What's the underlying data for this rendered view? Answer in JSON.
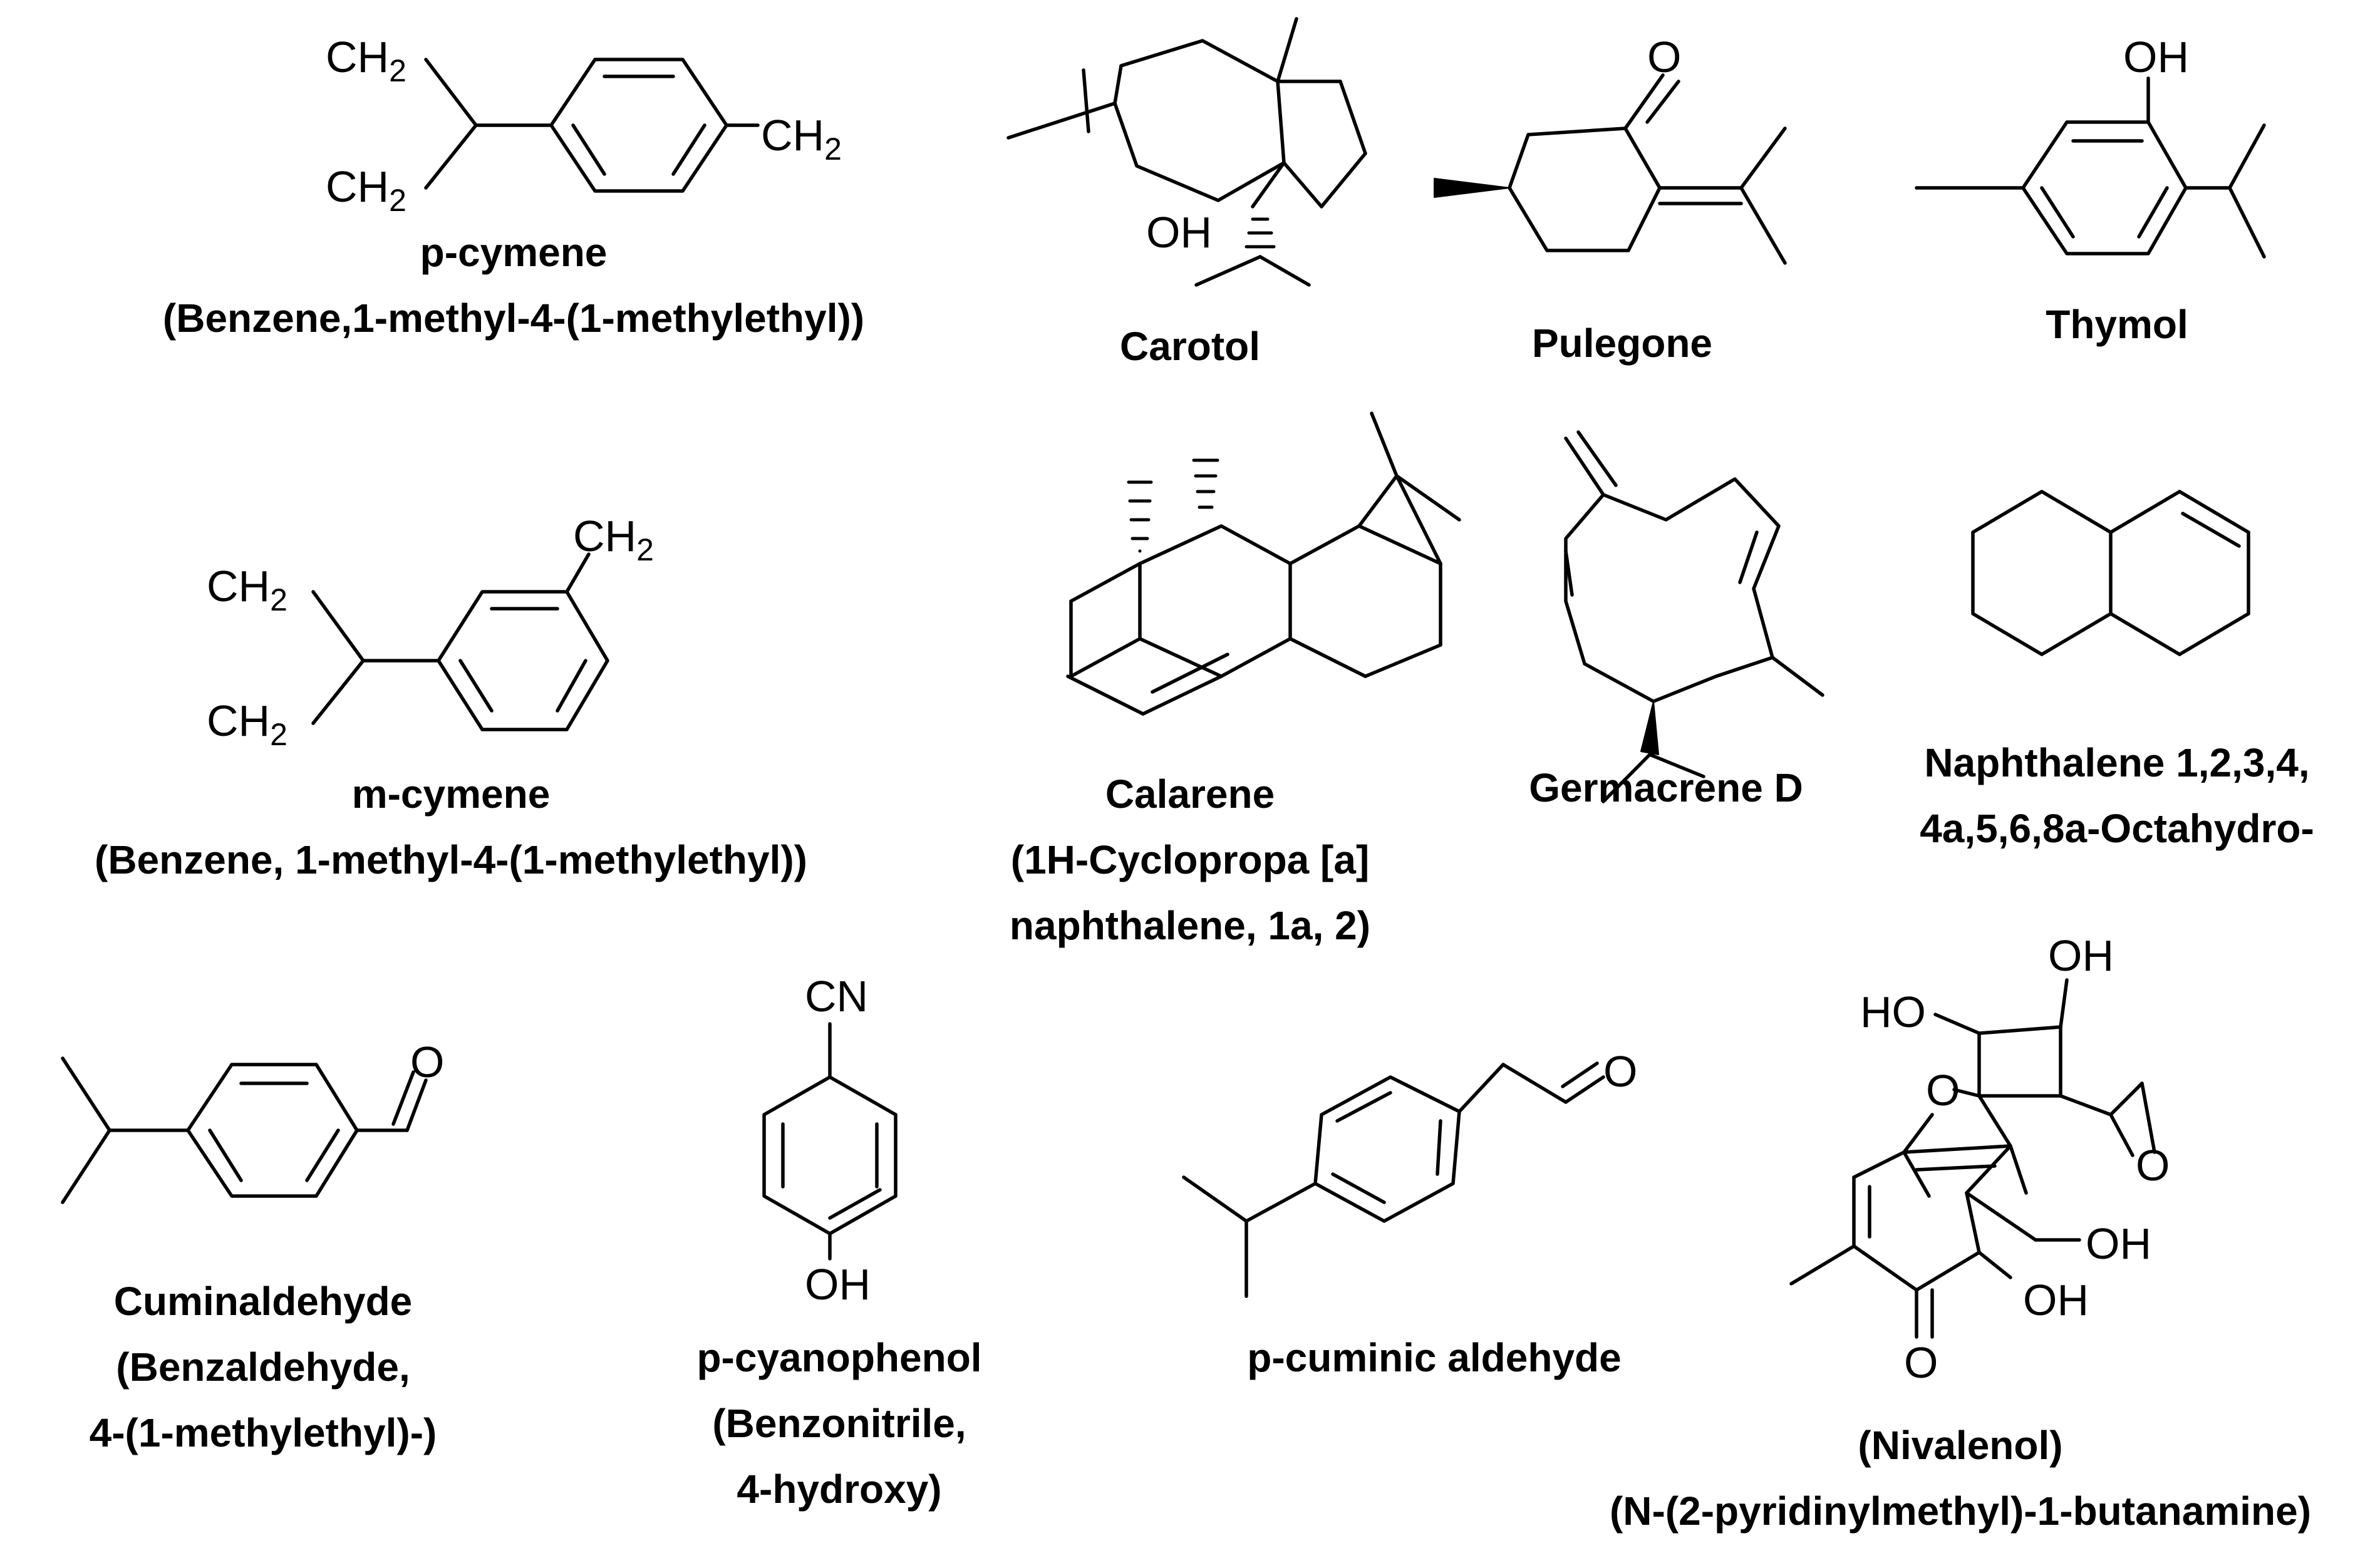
{
  "compounds": [
    {
      "id": "p-cymene",
      "caption": [
        "p-cymene",
        "(Benzene,1-methyl-4-(1-methylethyl))"
      ],
      "atoms": {
        "ch2_top": "CH",
        "ch2_bottom": "CH",
        "ch2_right": "CH",
        "sub": "2"
      }
    },
    {
      "id": "carotol",
      "caption": [
        "Carotol"
      ],
      "atoms": {
        "oh": "OH"
      }
    },
    {
      "id": "pulegone",
      "caption": [
        "Pulegone"
      ],
      "atoms": {
        "o": "O"
      }
    },
    {
      "id": "thymol",
      "caption": [
        "Thymol"
      ],
      "atoms": {
        "oh": "OH"
      }
    },
    {
      "id": "m-cymene",
      "caption": [
        "m-cymene",
        "(Benzene, 1-methyl-4-(1-methylethyl))"
      ],
      "atoms": {
        "ch2_top": "CH",
        "ch2_bottom": "CH",
        "ch2_right": "CH",
        "sub": "2"
      }
    },
    {
      "id": "calarene",
      "caption": [
        "Calarene",
        "(1H-Cyclopropa [a]",
        "naphthalene, 1a, 2)"
      ],
      "atoms": {}
    },
    {
      "id": "germacrene-d",
      "caption": [
        "Germacrene D"
      ],
      "atoms": {}
    },
    {
      "id": "octahydronaphthalene",
      "caption": [
        "Naphthalene 1,2,3,4,",
        "4a,5,6,8a-Octahydro-"
      ],
      "atoms": {}
    },
    {
      "id": "cuminaldehyde",
      "caption": [
        "Cuminaldehyde",
        "(Benzaldehyde,",
        "4-(1-methylethyl)-)"
      ],
      "atoms": {
        "o": "O"
      }
    },
    {
      "id": "p-cyanophenol",
      "caption": [
        "p-cyanophenol",
        "(Benzonitrile,",
        "4-hydroxy)"
      ],
      "atoms": {
        "cn": "CN",
        "oh": "OH"
      }
    },
    {
      "id": "p-cuminic-aldehyde",
      "caption": [
        "p-cuminic aldehyde"
      ],
      "atoms": {
        "o": "O"
      }
    },
    {
      "id": "nivalenol",
      "caption": [
        "(Nivalenol)",
        "(N-(2-pyridinylmethyl)-1-butanamine)"
      ],
      "atoms": {
        "ho": "HO",
        "oh_top": "OH",
        "o_ring": "O",
        "o_epox": "O",
        "oh_ch2": "OH",
        "oh_mid": "OH",
        "o_keto": "O"
      }
    }
  ]
}
